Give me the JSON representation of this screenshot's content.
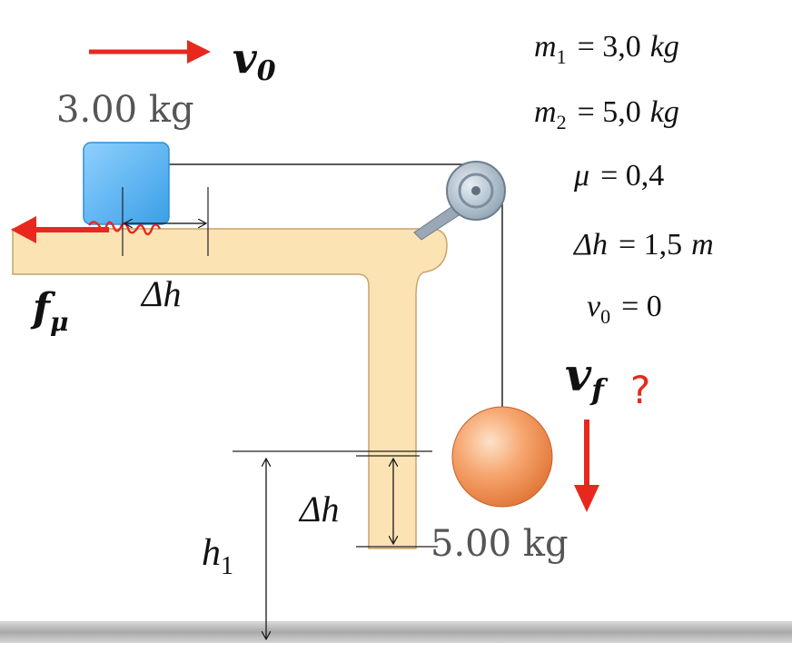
{
  "labels": {
    "v0_arrow_symbol": "v",
    "v0_arrow_sub": "0",
    "mass1_label": "3.00 kg",
    "mass2_label": "5.00 kg",
    "friction_symbol": "f",
    "friction_sub": "μ",
    "delta_h_top": "Δh",
    "delta_h_vertical": "Δh",
    "h1_symbol": "h",
    "h1_sub": "1",
    "vf_symbol": "v",
    "vf_sub": "f",
    "question_mark": "?"
  },
  "givens": [
    {
      "lhs": "m",
      "lhs_sub": "1",
      "rhs": "= 3,0",
      "unit": "kg"
    },
    {
      "lhs": "m",
      "lhs_sub": "2",
      "rhs": "= 5,0",
      "unit": "kg"
    },
    {
      "lhs": "μ",
      "lhs_sub": "",
      "rhs": "= 0,4",
      "unit": ""
    },
    {
      "lhs": "Δh",
      "lhs_sub": "",
      "rhs": "= 1,5",
      "unit": "m"
    },
    {
      "lhs": "v",
      "lhs_sub": "0",
      "rhs": "= 0",
      "unit": ""
    }
  ],
  "colors": {
    "table": "#fbe3b4",
    "table_edge": "#c9a46a",
    "block": "#4fb0ee",
    "arrow_red": "#e8281e",
    "ball": "#f08a4b",
    "floor": "#b9b9b9",
    "handwriting": "#e8281e"
  }
}
